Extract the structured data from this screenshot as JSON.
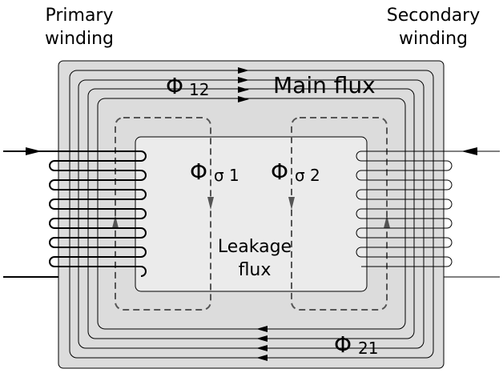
{
  "labels": {
    "primary_line1": "Primary",
    "primary_line2": "winding",
    "secondary_line1": "Secondary",
    "secondary_line2": "winding",
    "main_flux": "Main flux",
    "leakage_line1": "Leakage",
    "leakage_line2": "flux"
  },
  "flux_symbols": {
    "phi": "Φ",
    "phi_12_sub": "12",
    "phi_21_sub": "21",
    "phi_s1_sub": "σ 1",
    "phi_s2_sub": "σ 2"
  },
  "colors": {
    "core_outer": "#dedede",
    "window": "#ebebeb",
    "stroke": "#000000",
    "leakage_dash": "#555555"
  }
}
